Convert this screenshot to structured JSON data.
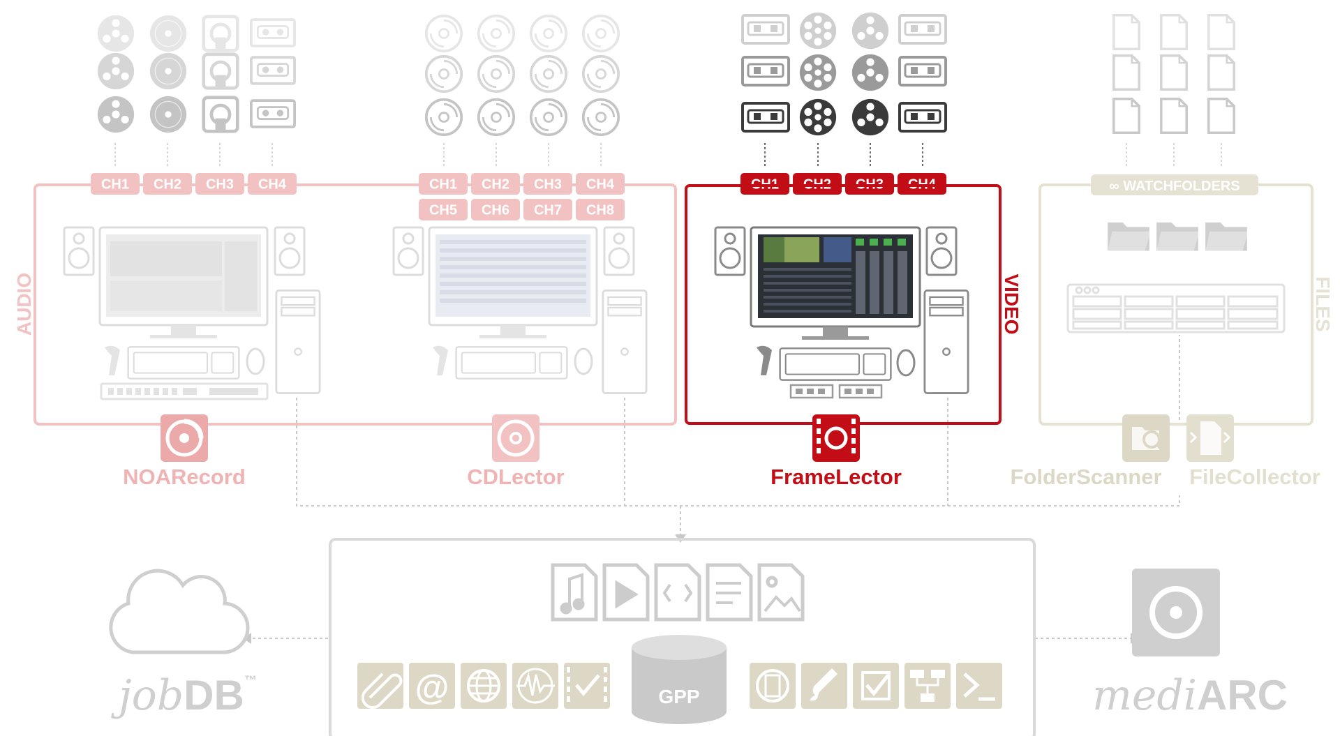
{
  "colors": {
    "audio": "#f2c2c2",
    "audio_dark": "#eca9a9",
    "video": "#c30d16",
    "files": "#ddd8c6",
    "gray_light": "#d9d9d9",
    "gray_mid": "#bfbfbf",
    "gray_dark": "#3a3a3a"
  },
  "audio": {
    "section_label": "AUDIO",
    "noa_channels": [
      "CH1",
      "CH2",
      "CH3",
      "CH4"
    ],
    "cd_channels": [
      "CH1",
      "CH2",
      "CH3",
      "CH4",
      "CH5",
      "CH6",
      "CH7",
      "CH8"
    ],
    "noa_product": "NOARecord",
    "cd_product": "CDLector",
    "noa_product_icon": "disc-record-icon",
    "cd_product_icon": "cd-icon"
  },
  "video": {
    "section_label": "VIDEO",
    "channels": [
      "CH1",
      "CH2",
      "CH3",
      "CH4"
    ],
    "product": "FrameLector",
    "product_icon": "film-camera-icon"
  },
  "files": {
    "section_label": "FILES",
    "watchfolders": "∞ WATCHFOLDERS",
    "product_1": "FolderScanner",
    "product_2": "FileCollector",
    "product_1_icon": "folder-search-icon",
    "product_2_icon": "file-transfer-icon"
  },
  "core": {
    "gpp": "GPP",
    "top_icons": [
      "audio-file-icon",
      "video-file-icon",
      "code-file-icon",
      "text-file-icon",
      "image-file-icon"
    ],
    "left_tools": [
      "attachment-icon",
      "email-icon",
      "web-icon",
      "waveform-icon",
      "video-check-icon"
    ],
    "right_tools": [
      "film-search-icon",
      "paint-icon",
      "checkbox-icon",
      "workflow-icon",
      "terminal-icon"
    ]
  },
  "jobdb": {
    "prefix": "job",
    "suffix": "DB",
    "tm": "™",
    "icon": "cloud-icon"
  },
  "mediarc": {
    "prefix": "medi",
    "suffix": "ARC",
    "icon": "hard-drive-icon"
  }
}
